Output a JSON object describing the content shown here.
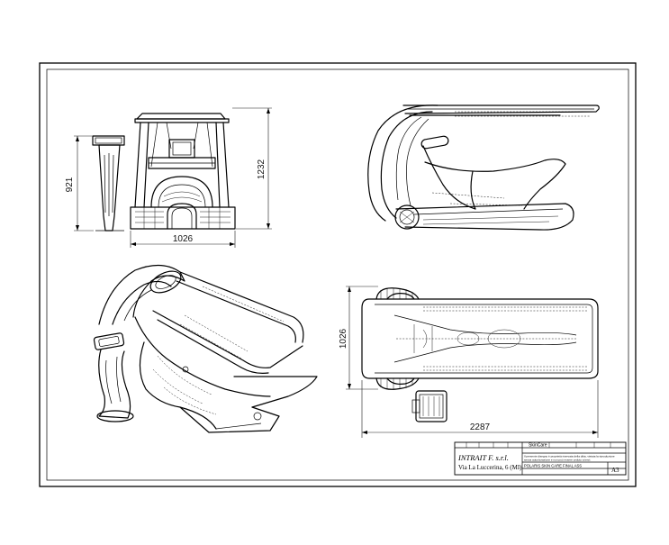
{
  "dimensions": {
    "front_height": "921",
    "front_total_height": "1232",
    "front_width": "1026",
    "top_width": "1026",
    "top_length": "2287"
  },
  "title_block": {
    "title": "SkinCare",
    "company": "INTRAIT F. s.r.l.",
    "address": "Via La Luccerina, 6 (MI)",
    "note_line1": "Il presente disegno è proprietà riservata della ditta, vietata la riproduzione",
    "note_line2": "senza autorizzazione e non può essere ceduto a terzi.",
    "code": "POLARIS SKIN CARE FINAL ASS",
    "sheet_size": "A3"
  }
}
